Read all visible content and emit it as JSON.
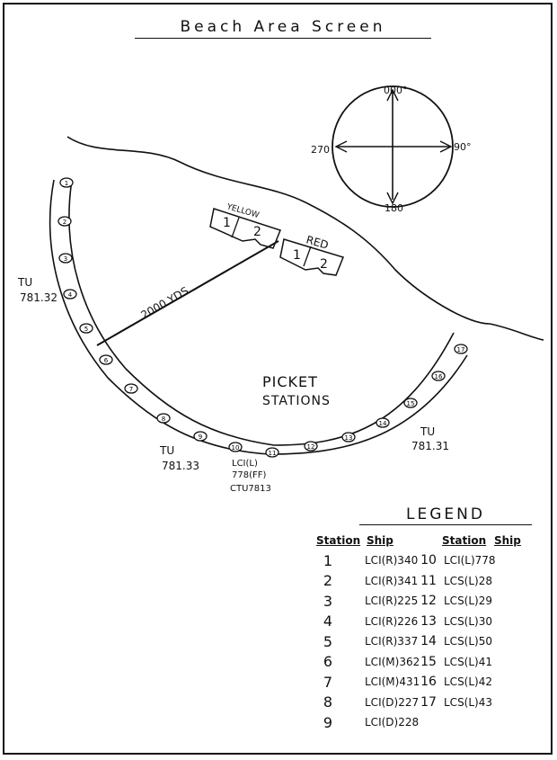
{
  "title": "Beach Area Screen",
  "compass": {
    "north": "000°",
    "east": "90°",
    "south": "180",
    "west": "270"
  },
  "beaches": {
    "yellow_label": "YELLOW",
    "red_label": "RED",
    "yellow_1": "1",
    "yellow_2": "2",
    "red_1": "1",
    "red_2": "2"
  },
  "distance_label": "2000 YDS",
  "picket_label_line1": "PICKET",
  "picket_label_line2": "STATIONS",
  "tu_labels": {
    "left_a": "TU",
    "left_b": "781.32",
    "bottom_a": "TU",
    "bottom_b": "781.33",
    "right_a": "TU",
    "right_b": "781.31",
    "ctu_a": "LCI(L)",
    "ctu_b": "778(FF)",
    "ctu_c": "CTU7813"
  },
  "stations": [
    "1",
    "2",
    "3",
    "4",
    "5",
    "6",
    "7",
    "8",
    "9",
    "10",
    "11",
    "12",
    "13",
    "14",
    "15",
    "16",
    "17"
  ],
  "legend": {
    "title": "LEGEND",
    "header_station": "Station",
    "header_ship": "Ship",
    "left": [
      {
        "station": "1",
        "ship": "LCI(R)340"
      },
      {
        "station": "2",
        "ship": "LCI(R)341"
      },
      {
        "station": "3",
        "ship": "LCI(R)225"
      },
      {
        "station": "4",
        "ship": "LCI(R)226"
      },
      {
        "station": "5",
        "ship": "LCI(R)337"
      },
      {
        "station": "6",
        "ship": "LCI(M)362"
      },
      {
        "station": "7",
        "ship": "LCI(M)431"
      },
      {
        "station": "8",
        "ship": "LCI(D)227"
      },
      {
        "station": "9",
        "ship": "LCI(D)228"
      }
    ],
    "right": [
      {
        "station": "10",
        "ship": "LCI(L)778"
      },
      {
        "station": "11",
        "ship": "LCS(L)28"
      },
      {
        "station": "12",
        "ship": "LCS(L)29"
      },
      {
        "station": "13",
        "ship": "LCS(L)30"
      },
      {
        "station": "14",
        "ship": "LCS(L)50"
      },
      {
        "station": "15",
        "ship": "LCS(L)41"
      },
      {
        "station": "16",
        "ship": "LCS(L)42"
      },
      {
        "station": "17",
        "ship": "LCS(L)43"
      }
    ]
  }
}
